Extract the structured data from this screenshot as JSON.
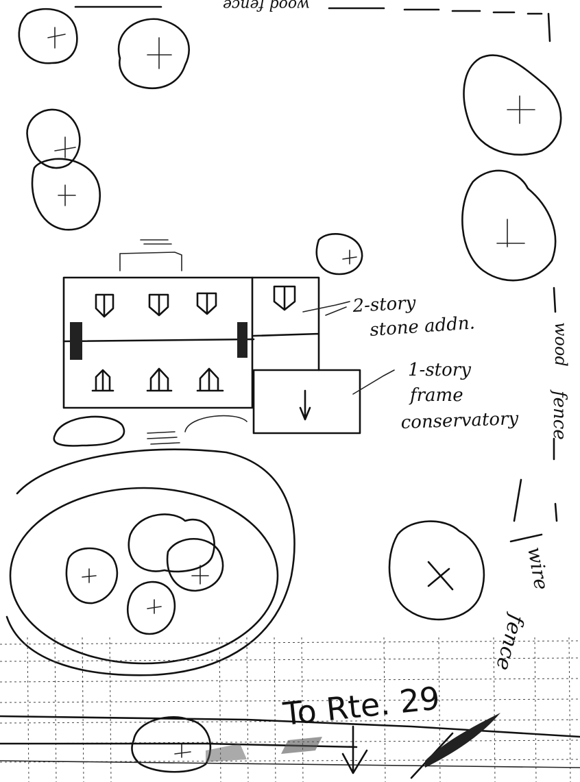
{
  "labels": {
    "top_fence": "wood fence",
    "addition_line1": "2-story",
    "addition_line2": "stone addn.",
    "conservatory_line1": "1-story",
    "conservatory_line2": "frame",
    "conservatory_line3": "conservatory",
    "right_wood_fence_1": "wood",
    "right_wood_fence_2": "fence",
    "wire_fence_1": "wire",
    "wire_fence_2": "fence",
    "route": "To Rte. 29"
  },
  "colors": {
    "ink": "#111111",
    "paper": "#ffffff"
  }
}
